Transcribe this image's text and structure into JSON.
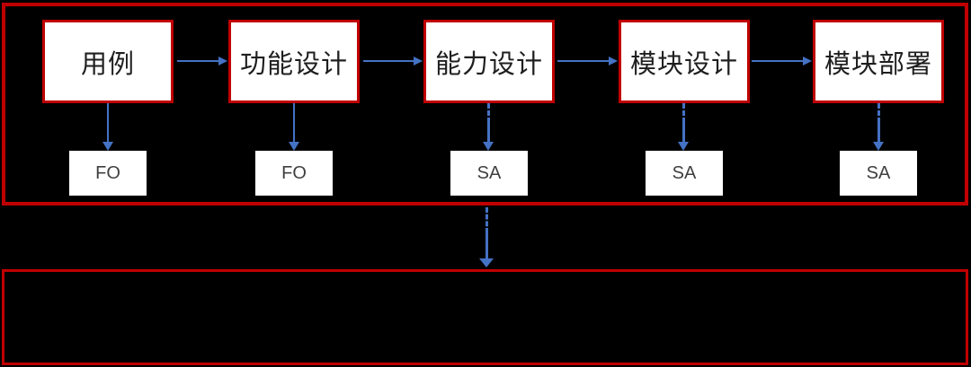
{
  "colors": {
    "background": "#000000",
    "container_border": "#C00000",
    "box_border": "#C00000",
    "box_fill": "#FFFFFF",
    "arrow": "#4472C4",
    "stage_text": "#1F1F1F",
    "tag_text": "#404040"
  },
  "diagram": {
    "stages": [
      {
        "label": "用例",
        "tag": "FO",
        "tag_connector": "solid"
      },
      {
        "label": "功能设计",
        "tag": "FO",
        "tag_connector": "solid"
      },
      {
        "label": "能力设计",
        "tag": "SA",
        "tag_connector": "dashed"
      },
      {
        "label": "模块设计",
        "tag": "SA",
        "tag_connector": "dashed"
      },
      {
        "label": "模块部署",
        "tag": "SA",
        "tag_connector": "dashed"
      }
    ],
    "bridge_connector": {
      "style": "dashed-then-solid",
      "direction": "down"
    }
  }
}
